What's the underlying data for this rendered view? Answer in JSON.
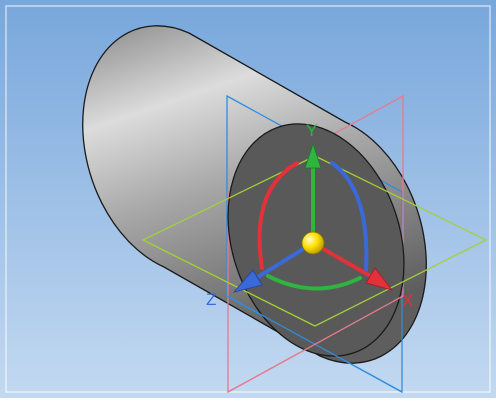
{
  "viewport": {
    "background_top": "#78a7dc",
    "background_bottom": "#c3d9f1"
  },
  "axes": {
    "x_label": "X",
    "y_label": "Y",
    "z_label": "Z",
    "x_color": "#e3313a",
    "y_color": "#2fb440",
    "z_color": "#3a6ad9",
    "origin_color": "#ffe000"
  },
  "planes": {
    "xy_color": "#2f8de0",
    "yz_color": "#e67a8e",
    "xz_color": "#a4d038"
  },
  "cylinder": {
    "side_light": "#d4d4d4",
    "side_mid": "#9a9a9a",
    "side_dark": "#666666",
    "face_color": "#595959"
  }
}
